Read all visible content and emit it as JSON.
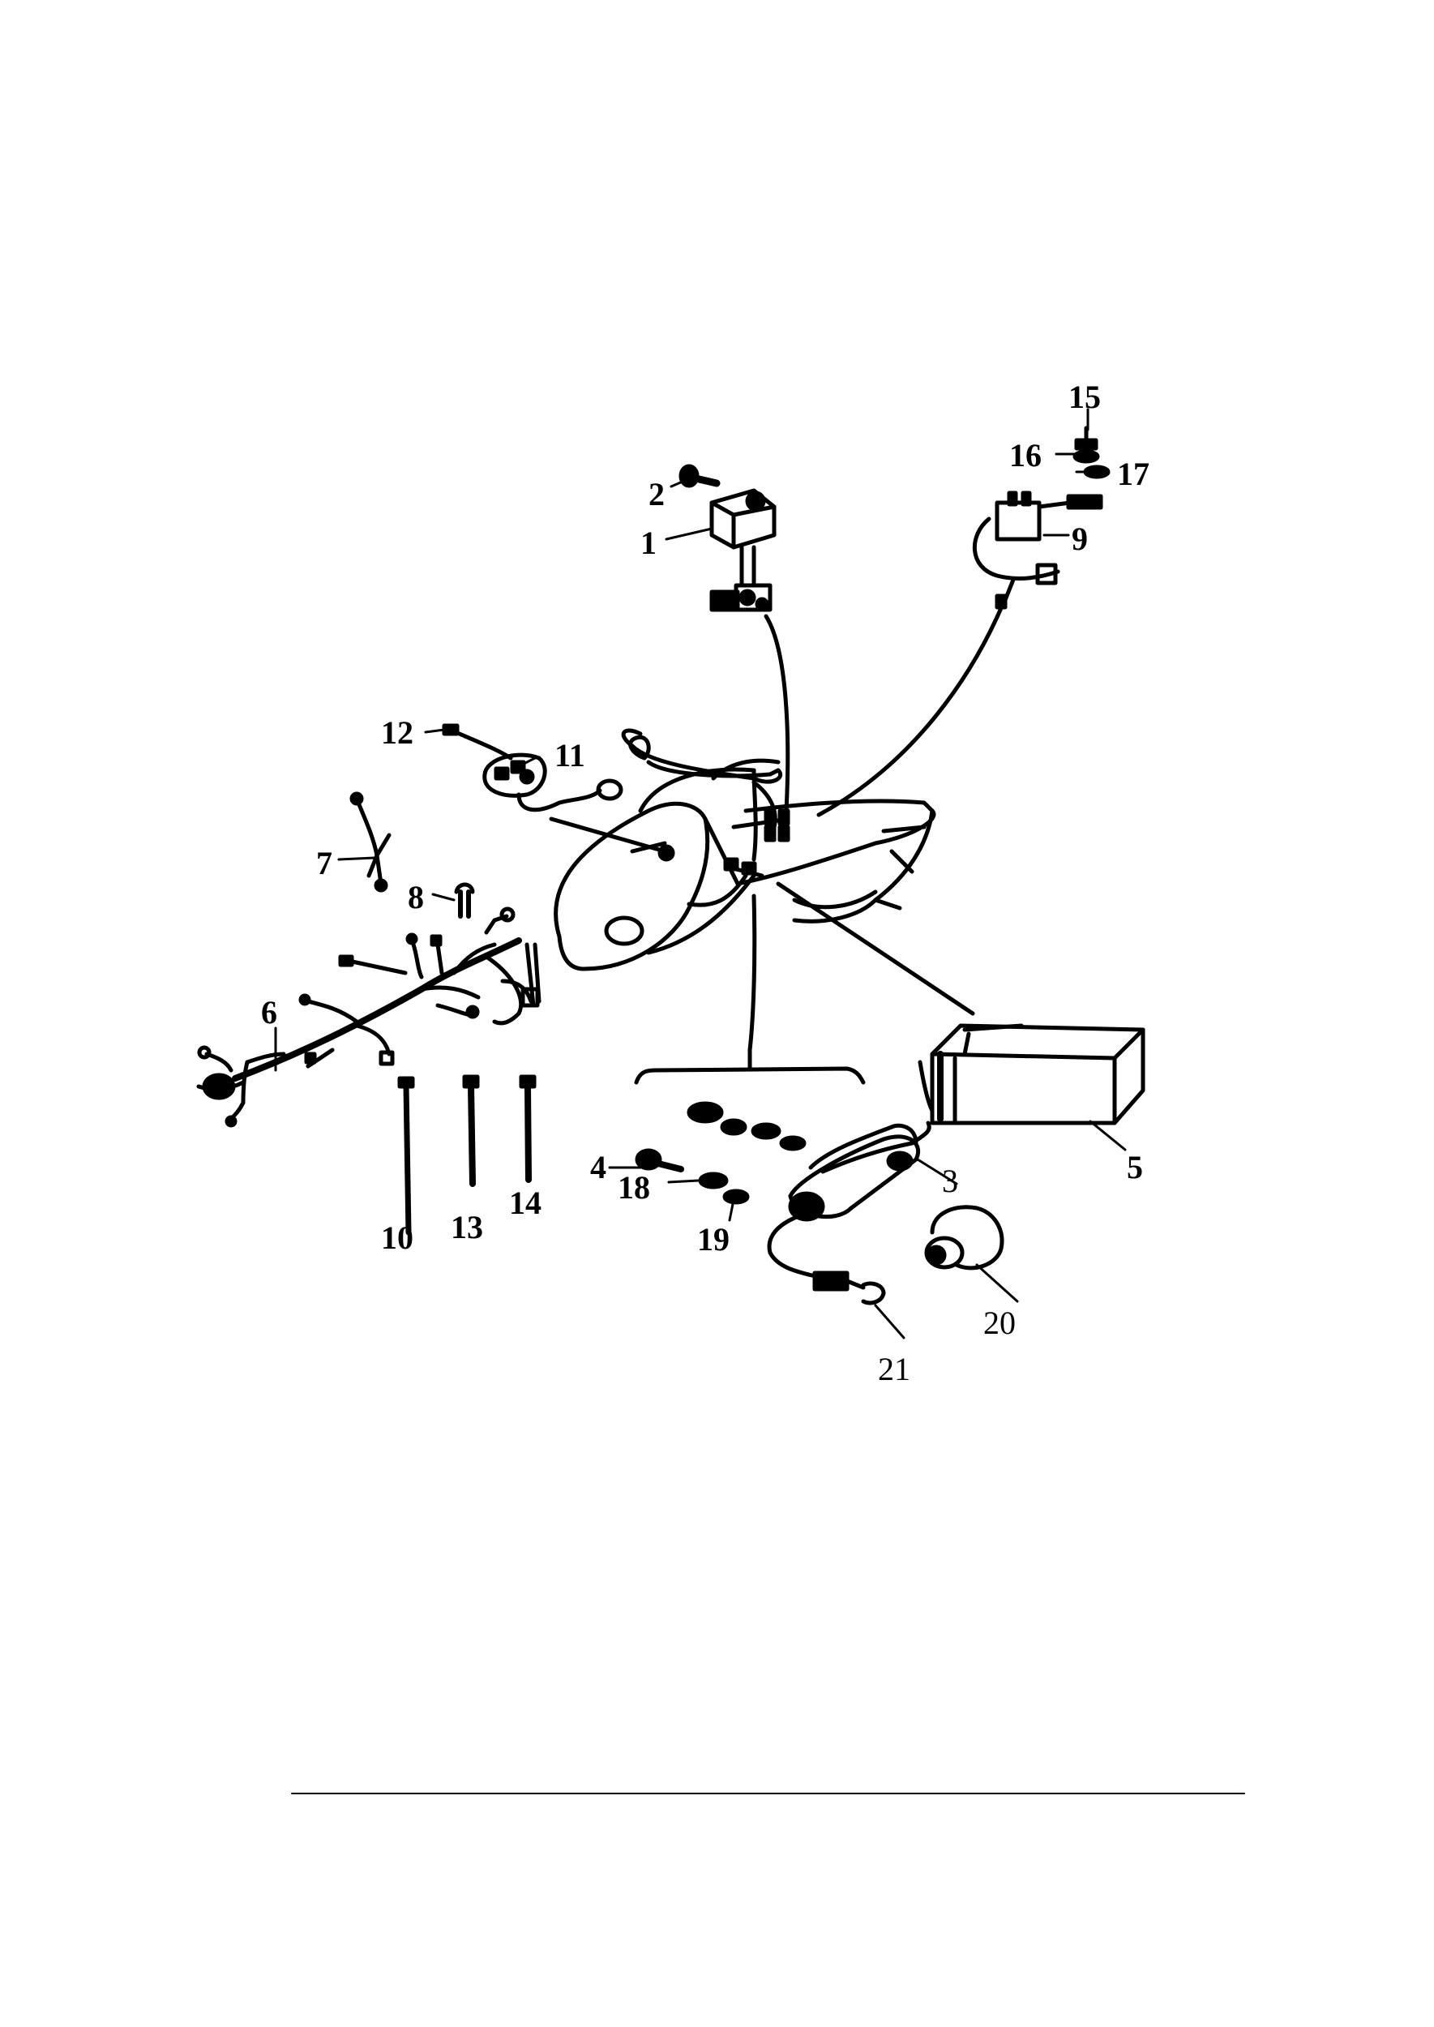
{
  "diagram": {
    "part_labels": {
      "p1": "1",
      "p2": "2",
      "p3": "3",
      "p4": "4",
      "p5": "5",
      "p6": "6",
      "p7": "7",
      "p8": "8",
      "p9": "9",
      "p10": "10",
      "p11": "11",
      "p12": "12",
      "p13": "13",
      "p14": "14",
      "p15": "15",
      "p16": "16",
      "p17": "17",
      "p18": "18",
      "p19": "19",
      "p20": "20",
      "p21": "21"
    }
  }
}
